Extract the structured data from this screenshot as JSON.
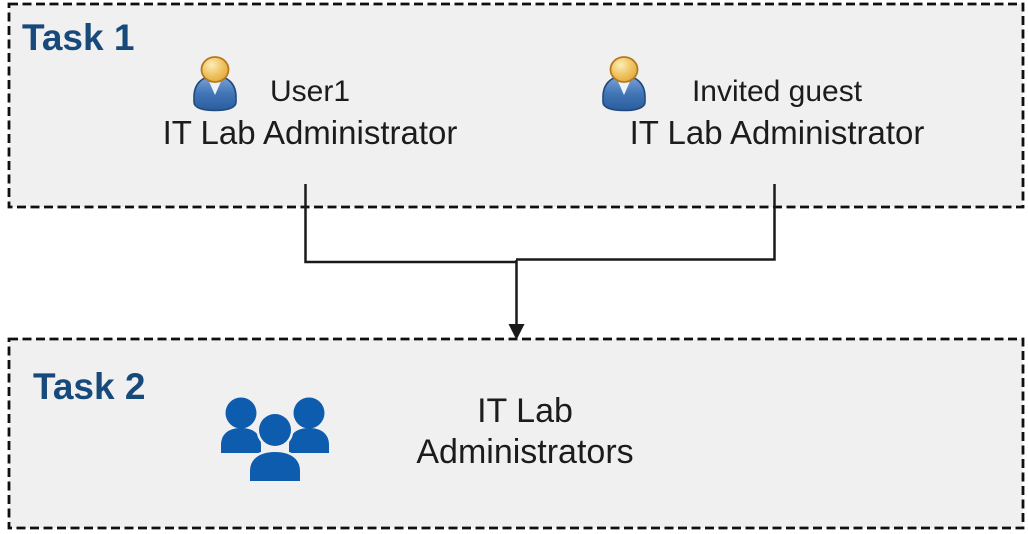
{
  "task1": {
    "label": "Task 1",
    "users": [
      {
        "name": "User1",
        "role": "IT Lab Administrator",
        "icon": "person-icon"
      },
      {
        "name": "Invited guest",
        "role": "IT Lab Administrator",
        "icon": "person-icon"
      }
    ]
  },
  "task2": {
    "label": "Task 2",
    "group": {
      "line1": "IT Lab",
      "line2": "Administrators",
      "icon": "users-group-icon"
    }
  },
  "connector": {
    "description": "Both Task 1 users merge into one downward arrow pointing at Task 2 group"
  },
  "colors": {
    "task_label_blue": "#17497A",
    "box_fill": "#F0F0F0",
    "box_border": "#0F0F0F",
    "connector_line": "#1A1A1A",
    "group_icon_blue": "#0E5CAD",
    "user_head_orange": "#E5A43C",
    "user_body_blue": "#3A6CB0",
    "text": "#1C1C1C"
  }
}
